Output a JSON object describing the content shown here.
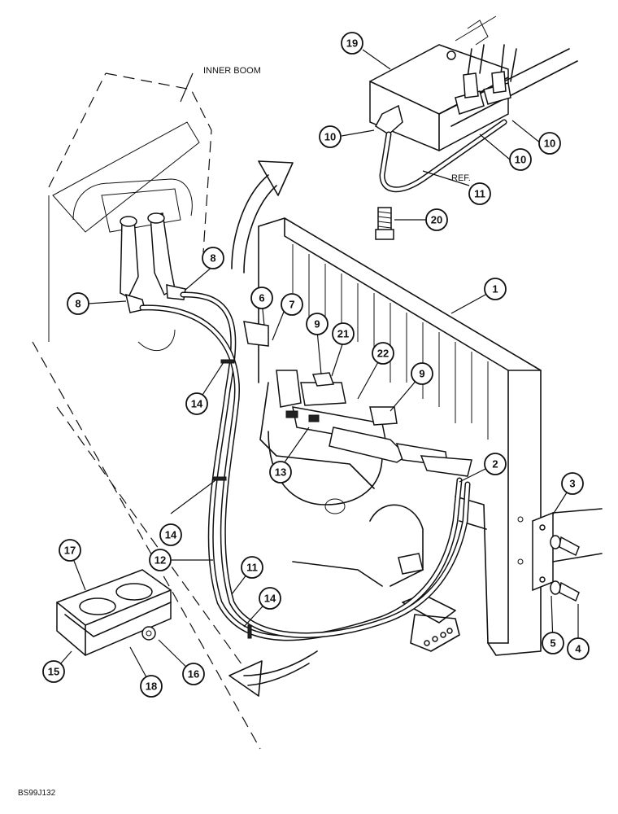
{
  "labels": {
    "inner_boom": "INNER BOOM",
    "ref": "REF.",
    "figure_code": "BS99J132"
  },
  "callouts": [
    {
      "id": "c1",
      "num": "1"
    },
    {
      "id": "c2",
      "num": "2"
    },
    {
      "id": "c3",
      "num": "3"
    },
    {
      "id": "c4",
      "num": "4"
    },
    {
      "id": "c5",
      "num": "5"
    },
    {
      "id": "c6",
      "num": "6"
    },
    {
      "id": "c7",
      "num": "7"
    },
    {
      "id": "c8a",
      "num": "8"
    },
    {
      "id": "c8b",
      "num": "8"
    },
    {
      "id": "c9a",
      "num": "9"
    },
    {
      "id": "c9b",
      "num": "9"
    },
    {
      "id": "c10a",
      "num": "10"
    },
    {
      "id": "c10b",
      "num": "10"
    },
    {
      "id": "c10c",
      "num": "10"
    },
    {
      "id": "c11a",
      "num": "11"
    },
    {
      "id": "c11b",
      "num": "11"
    },
    {
      "id": "c12",
      "num": "12"
    },
    {
      "id": "c13",
      "num": "13"
    },
    {
      "id": "c14a",
      "num": "14"
    },
    {
      "id": "c14b",
      "num": "14"
    },
    {
      "id": "c14c",
      "num": "14"
    },
    {
      "id": "c15",
      "num": "15"
    },
    {
      "id": "c16",
      "num": "16"
    },
    {
      "id": "c17",
      "num": "17"
    },
    {
      "id": "c18",
      "num": "18"
    },
    {
      "id": "c19",
      "num": "19"
    },
    {
      "id": "c20",
      "num": "20"
    },
    {
      "id": "c21",
      "num": "21"
    },
    {
      "id": "c22",
      "num": "22"
    }
  ]
}
